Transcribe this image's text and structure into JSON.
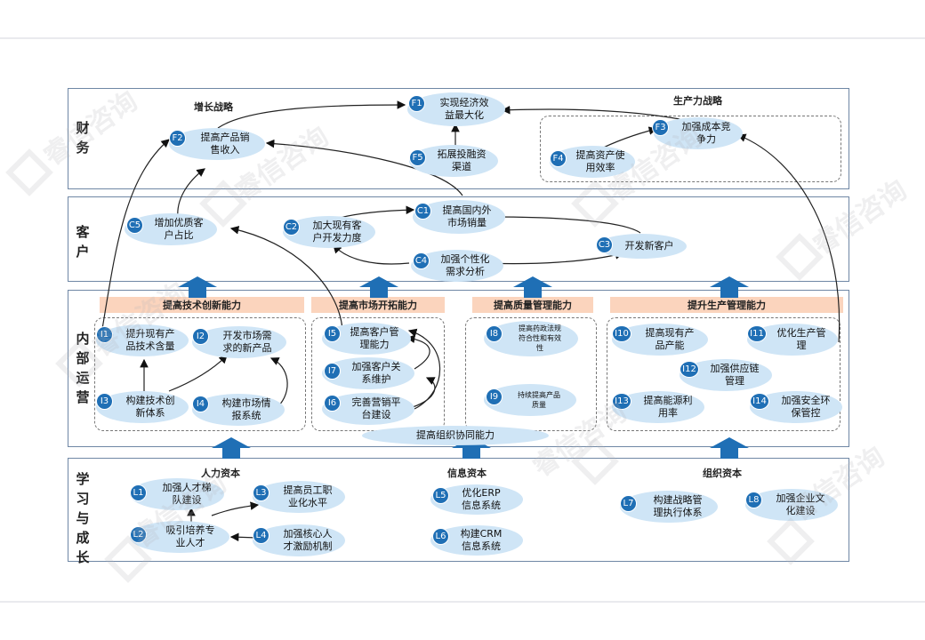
{
  "bands": {
    "finance": "财务",
    "customer": "客户",
    "internal": "内部运营",
    "learning": "学习与成长"
  },
  "titles": {
    "growth": "增长战略",
    "productivity": "生产力战略",
    "human": "人力资本",
    "info": "信息资本",
    "org": "组织资本"
  },
  "headers": {
    "tech": "提高技术创新能力",
    "market": "提高市场开拓能力",
    "quality": "提高质量管理能力",
    "production": "提升生产管理能力",
    "org_ability": "提高组织协同能力"
  },
  "nodes": {
    "F1": {
      "id": "F1",
      "text": "实现经济效\n益最大化"
    },
    "F2": {
      "id": "F2",
      "text": "提高产品销\n售收入"
    },
    "F3": {
      "id": "F3",
      "text": "加强成本竞\n争力"
    },
    "F4": {
      "id": "F4",
      "text": "提高资产使\n用效率"
    },
    "F5": {
      "id": "F5",
      "text": "拓展投融资\n渠道"
    },
    "C1": {
      "id": "C1",
      "text": "提高国内外\n市场销量"
    },
    "C2": {
      "id": "C2",
      "text": "加大现有客\n户开发力度"
    },
    "C3": {
      "id": "C3",
      "text": "开发新客户"
    },
    "C4": {
      "id": "C4",
      "text": "加强个性化\n需求分析"
    },
    "C5": {
      "id": "C5",
      "text": "增加优质客\n户占比"
    },
    "I1": {
      "id": "I1",
      "text": "提升现有产\n品技术含量"
    },
    "I2": {
      "id": "I2",
      "text": "开发市场需\n求的新产品"
    },
    "I3": {
      "id": "I3",
      "text": "构建技术创\n新体系"
    },
    "I4": {
      "id": "I4",
      "text": "构建市场情\n报系统"
    },
    "I5": {
      "id": "I5",
      "text": "提高客户管\n理能力"
    },
    "I6": {
      "id": "I6",
      "text": "完善营销平\n台建设"
    },
    "I7": {
      "id": "I7",
      "text": "加强客户关\n系维护"
    },
    "I8": {
      "id": "I8",
      "text": "提高药政法规\n符合性和有效\n性"
    },
    "I9": {
      "id": "I9",
      "text": "持续提高产品\n质量"
    },
    "I10": {
      "id": "I10",
      "text": "提高现有产\n品产能"
    },
    "I11": {
      "id": "I11",
      "text": "优化生产管\n理"
    },
    "I12": {
      "id": "I12",
      "text": "加强供应链\n管理"
    },
    "I13": {
      "id": "I13",
      "text": "提高能源利\n用率"
    },
    "I14": {
      "id": "I14",
      "text": "加强安全环\n保管控"
    },
    "L1": {
      "id": "L1",
      "text": "加强人才梯\n队建设"
    },
    "L2": {
      "id": "L2",
      "text": "吸引培养专\n业人才"
    },
    "L3": {
      "id": "L3",
      "text": "提高员工职\n业化水平"
    },
    "L4": {
      "id": "L4",
      "text": "加强核心人\n才激励机制"
    },
    "L5": {
      "id": "L5",
      "text": "优化ERP\n信息系统"
    },
    "L6": {
      "id": "L6",
      "text": "构建CRM\n信息系统"
    },
    "L7": {
      "id": "L7",
      "text": "构建战略管\n理执行体系"
    },
    "L8": {
      "id": "L8",
      "text": "加强企业文\n化建设"
    }
  },
  "watermark": "睿信咨询",
  "colors": {
    "node_fill": "#cfe5f6",
    "badge": "#1f6fb5",
    "header_fill": "#fbd4bd",
    "arrow": "#1f6fb5",
    "band_border": "#6f87a5"
  }
}
